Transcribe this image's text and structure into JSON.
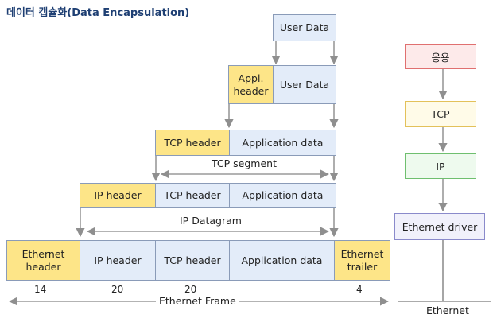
{
  "title": "데이터 캡슐화(Data Encapsulation)",
  "layers": {
    "user_data": "User Data",
    "app": {
      "header": "Appl.\nheader",
      "data": "User Data"
    },
    "tcp": {
      "header": "TCP header",
      "data": "Application data",
      "span_label": "TCP segment"
    },
    "ip": {
      "header": "IP header",
      "tcp_header": "TCP header",
      "data": "Application data",
      "span_label": "IP Datagram"
    },
    "frame": {
      "header": "Ethernet\nheader",
      "ip_header": "IP header",
      "tcp_header": "TCP header",
      "data": "Application data",
      "trailer": "Ethernet\ntrailer",
      "span_label": "Ethernet Frame"
    }
  },
  "byte_sizes": {
    "ethernet_header": "14",
    "ip_header": "20",
    "tcp_header": "20",
    "ethernet_trailer": "4"
  },
  "stack": {
    "app": "응용",
    "tcp": "TCP",
    "ip": "IP",
    "driver": "Ethernet driver",
    "network": "Ethernet"
  },
  "colors": {
    "header_fill": "#fde588",
    "data_fill": "#e3ecf9",
    "app_border": "#e07070",
    "app_fill": "#fdeaea",
    "tcp_border": "#e3c15a",
    "tcp_fill": "#fffbe8",
    "ip_border": "#6fbf6f",
    "ip_fill": "#eefaee",
    "driver_border": "#8a8acb",
    "driver_fill": "#f1f1fb"
  }
}
